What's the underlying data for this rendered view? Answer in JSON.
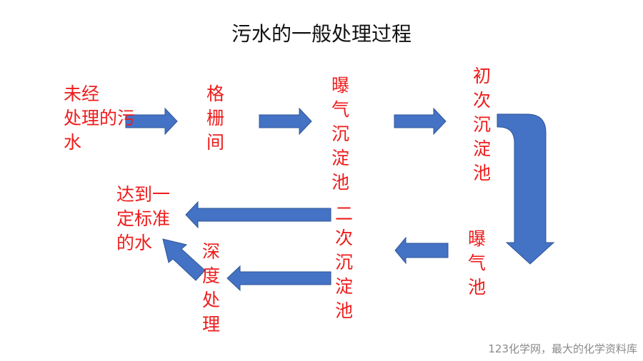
{
  "title": "污水的一般处理过程",
  "colors": {
    "text": "#ee1c1c",
    "arrow": "#4472c4",
    "arrow_stroke": "#2f5597"
  },
  "nodes": {
    "raw_sewage": [
      "未经",
      "处理的污",
      "水"
    ],
    "grille": [
      "格",
      "栅",
      "间"
    ],
    "aeration_1": [
      "曝",
      "气",
      "沉",
      "淀",
      "池"
    ],
    "primary_settling": [
      "初",
      "次",
      "沉",
      "淀",
      "池"
    ],
    "aeration_2": [
      "曝",
      "气",
      "池"
    ],
    "secondary_settling": [
      "二",
      "次",
      "沉",
      "淀",
      "池"
    ],
    "deep_treatment": [
      "深",
      "度",
      "处",
      "理"
    ],
    "standard_water": [
      "达到一",
      "定标准",
      "的水"
    ]
  },
  "footer": "123化学网，最大的化学资料库"
}
